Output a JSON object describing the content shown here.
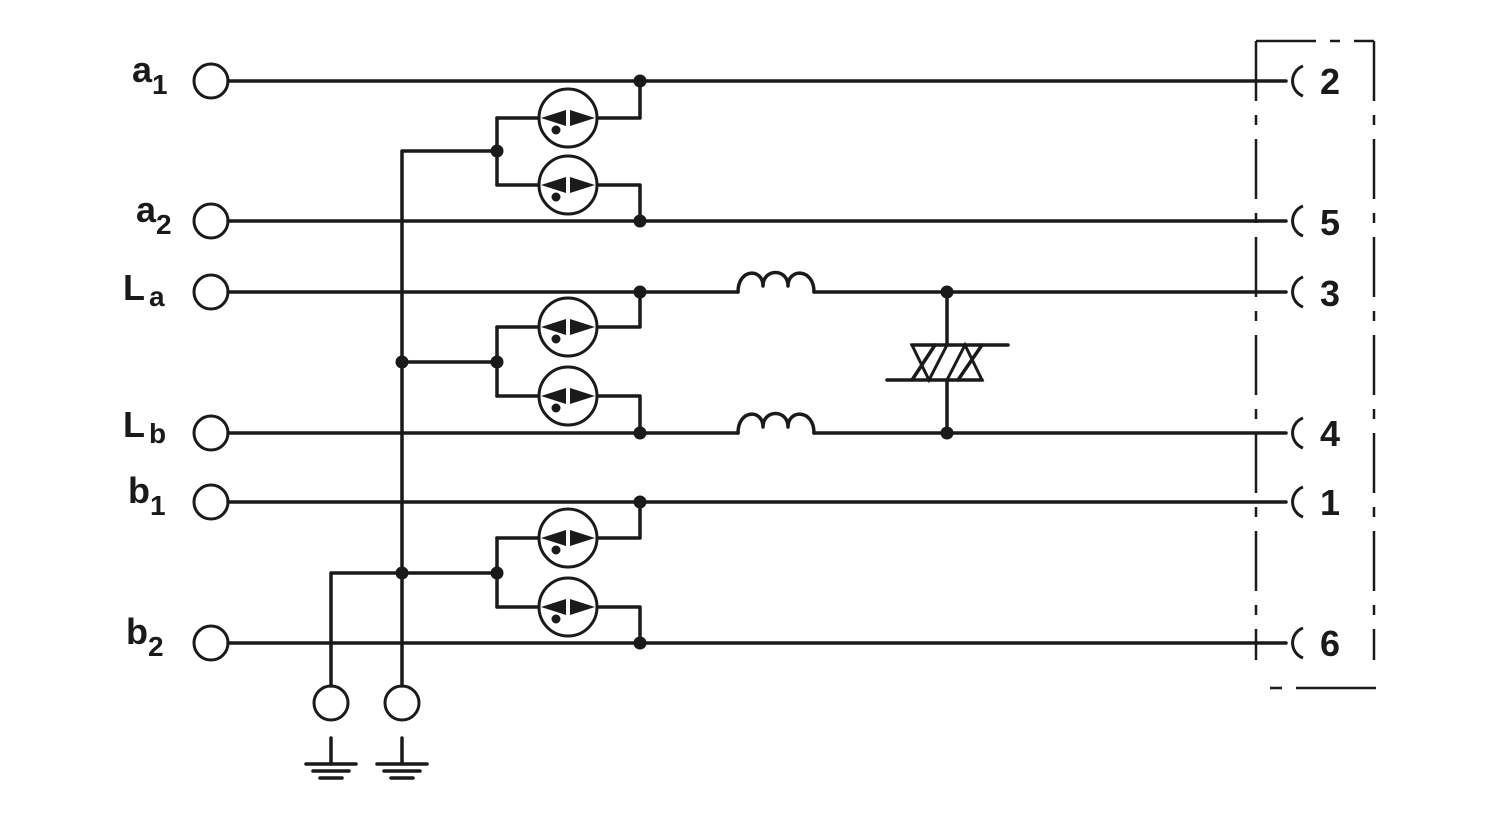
{
  "inputs": [
    {
      "main": "a",
      "sub": "1"
    },
    {
      "main": "a",
      "sub": "2"
    },
    {
      "main": "L",
      "sub": "a"
    },
    {
      "main": "L",
      "sub": "b"
    },
    {
      "main": "b",
      "sub": "1"
    },
    {
      "main": "b",
      "sub": "2"
    }
  ],
  "outputs": [
    "2",
    "5",
    "3",
    "4",
    "1",
    "6"
  ],
  "colors": {
    "ink": "#1a1a1a",
    "background": "#ffffff"
  },
  "icons": [
    "terminal-circle",
    "gas-discharge-tube",
    "inductor",
    "bidirectional-suppressor-diode",
    "ground-symbol",
    "connector-socket"
  ]
}
